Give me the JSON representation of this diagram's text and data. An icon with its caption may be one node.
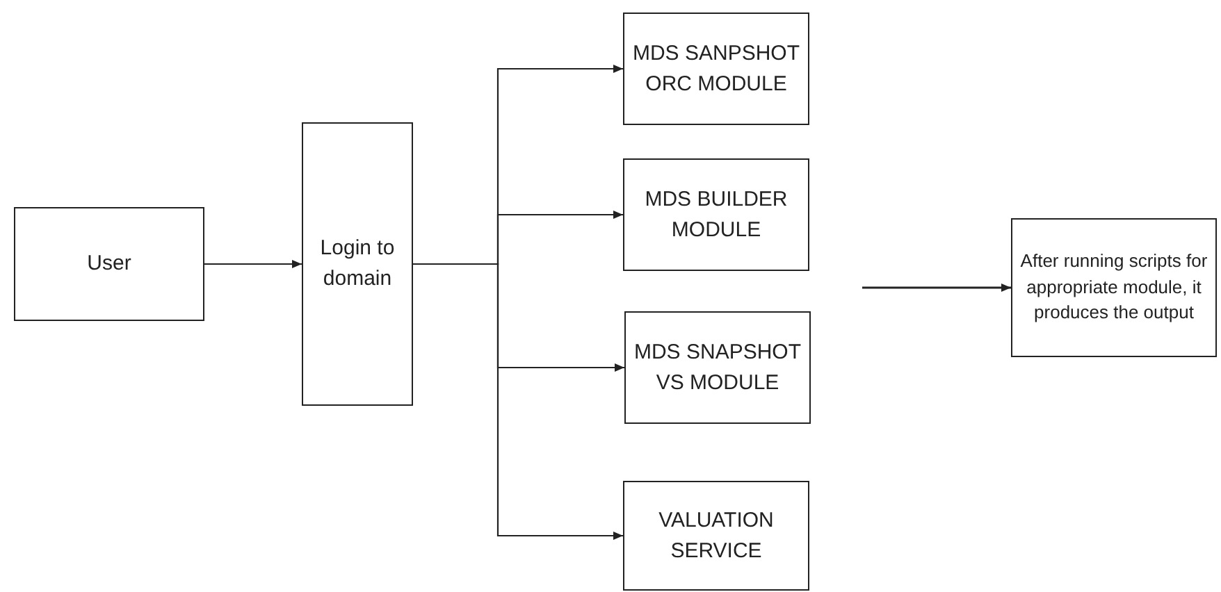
{
  "diagram": {
    "nodes": [
      {
        "text": [
          "User"
        ]
      },
      {
        "text": [
          "Login to domain"
        ]
      },
      {
        "text": [
          "MDS SANPSHOT ORC MODULE"
        ]
      },
      {
        "text": [
          "MDS BUILDER MODULE"
        ]
      },
      {
        "text": [
          "MDS SNAPSHOT VS MODULE"
        ]
      },
      {
        "text": [
          "VALUATION SERVICE"
        ]
      },
      {
        "text": [
          "After running scripts for appropriate module, it produces the output"
        ]
      }
    ],
    "edges": [
      {
        "from": 0,
        "to": 1,
        "arrow": "to"
      },
      {
        "from": 1,
        "to": 2,
        "arrow": "to"
      },
      {
        "from": 1,
        "to": 3,
        "arrow": "to"
      },
      {
        "from": 1,
        "to": 4,
        "arrow": "to"
      },
      {
        "from": 1,
        "to": 5,
        "arrow": "to"
      },
      {
        "from": null,
        "to": 6,
        "arrow": "to"
      }
    ]
  }
}
